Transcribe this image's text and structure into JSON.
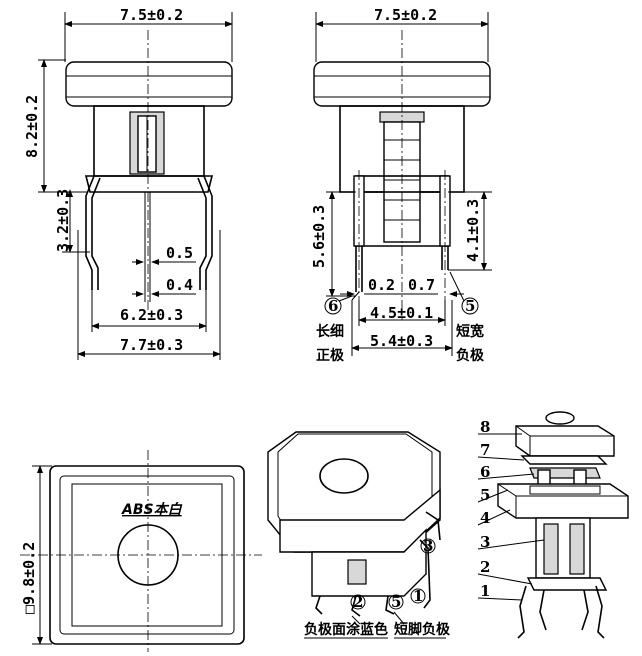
{
  "front_view": {
    "width_top": "7.5±0.2",
    "height_total": "8.2±0.2",
    "pin_offset": "3.2±0.3",
    "pin_width_a": "0.5",
    "pin_width_b": "0.4",
    "pin_spacing": "6.2±0.3",
    "body_width": "7.7±0.3"
  },
  "side_view": {
    "width_top": "7.5±0.2",
    "pin_long": "5.6±0.3",
    "pin_short": "4.1±0.3",
    "gap_a": "0.2",
    "gap_b": "0.7",
    "pin_spacing_inner": "4.5±0.1",
    "pin_spacing_outer": "5.4±0.3",
    "marker_left": "6",
    "marker_right": "5",
    "label_left_1": "长细",
    "label_left_2": "正极",
    "label_right_1": "短宽",
    "label_right_2": "负极"
  },
  "top_view": {
    "size": "□9.8±0.2",
    "material": "ABS本白"
  },
  "iso_view": {
    "marker_1": "1",
    "marker_2": "2",
    "marker_3": "3",
    "marker_5": "5",
    "caption_left": "负极面涂蓝色",
    "caption_right": "短脚负极"
  },
  "exploded_view": {
    "parts": [
      "8",
      "7",
      "6",
      "5",
      "4",
      "3",
      "2",
      "1"
    ]
  }
}
